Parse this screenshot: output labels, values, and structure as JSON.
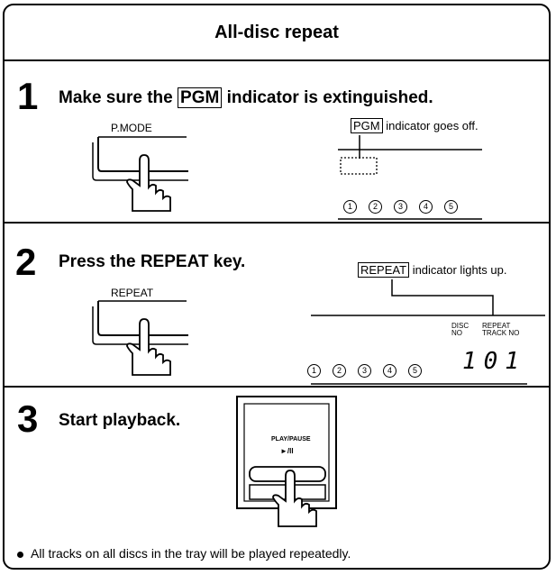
{
  "title": "All-disc repeat",
  "steps": [
    {
      "number": "1",
      "text_before": "Make sure the",
      "boxed": "PGM",
      "text_after": "indicator is extinguished.",
      "button_label": "P.MODE",
      "display_boxed": "PGM",
      "display_note": "indicator goes off.",
      "discs": [
        "1",
        "2",
        "3",
        "4",
        "5"
      ]
    },
    {
      "number": "2",
      "text": "Press the REPEAT key.",
      "button_label": "REPEAT",
      "display_boxed": "REPEAT",
      "display_note": "indicator lights up.",
      "disc_no_label": "DISC\nNO",
      "repeat_track_label": "REPEAT\nTRACK NO",
      "readout": "101",
      "discs": [
        "1",
        "2",
        "3",
        "4",
        "5"
      ]
    },
    {
      "number": "3",
      "text": "Start playback.",
      "play_label": "PLAY/PAUSE",
      "play_symbol": "►/II"
    }
  ],
  "footer_note": "All tracks on all discs in the tray will be played repeatedly."
}
